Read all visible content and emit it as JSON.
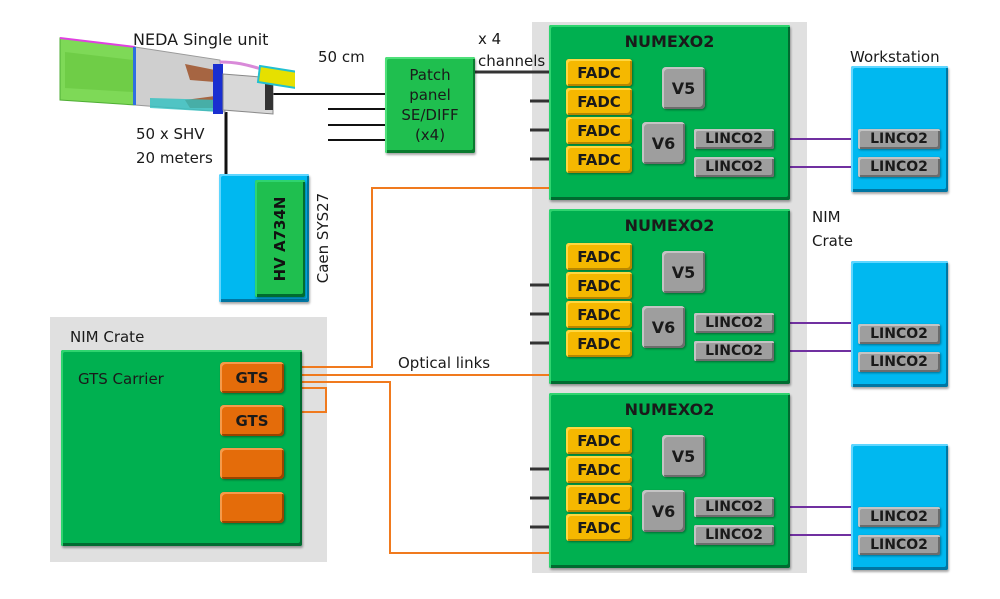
{
  "detector": {
    "label": "NEDA Single unit",
    "cable_length_label": "50 cm",
    "shv_label_line1": "50 x SHV",
    "shv_label_line2": "20 meters"
  },
  "patch_panel": {
    "lines": [
      "Patch",
      "panel",
      "SE/DIFF",
      "(x4)"
    ],
    "multiplier_label": "x 4",
    "channels_label": "channels"
  },
  "hv_supply": {
    "module_label": "HV A734N",
    "crate_label": "Caen SYS27"
  },
  "numexo_crate": {
    "label_line1": "NIM",
    "label_line2": "Crate",
    "boards": [
      {
        "title": "NUMEXO2",
        "fadcs": [
          "FADC",
          "FADC",
          "FADC",
          "FADC"
        ],
        "v5": "V5",
        "v6": "V6",
        "lincos": [
          "LINCO2",
          "LINCO2"
        ],
        "connected_inputs": [
          true,
          true,
          true,
          true
        ]
      },
      {
        "title": "NUMEXO2",
        "fadcs": [
          "FADC",
          "FADC",
          "FADC",
          "FADC"
        ],
        "v5": "V5",
        "v6": "V6",
        "lincos": [
          "LINCO2",
          "LINCO2"
        ],
        "connected_inputs": [
          false,
          true,
          true,
          true
        ]
      },
      {
        "title": "NUMEXO2",
        "fadcs": [
          "FADC",
          "FADC",
          "FADC",
          "FADC"
        ],
        "v5": "V5",
        "v6": "V6",
        "lincos": [
          "LINCO2",
          "LINCO2"
        ],
        "connected_inputs": [
          false,
          true,
          true,
          true
        ]
      }
    ]
  },
  "workstations": {
    "label": "Workstation",
    "units": [
      {
        "lincos": [
          "LINCO2",
          "LINCO2"
        ]
      },
      {
        "lincos": [
          "LINCO2",
          "LINCO2"
        ]
      },
      {
        "lincos": [
          "LINCO2",
          "LINCO2"
        ]
      }
    ]
  },
  "gts_crate": {
    "crate_label": "NIM Crate",
    "carrier_label": "GTS Carrier",
    "modules": [
      "GTS",
      "GTS",
      "",
      ""
    ],
    "optical_links_label": "Optical links"
  },
  "colors": {
    "board_green": "#00b050",
    "fadc_yellow": "#f5b800",
    "chip_gray": "#9e9e9e",
    "workstation_blue": "#00b8f0",
    "gts_orange": "#e46c0a",
    "optical_link": "#f07a1e",
    "linco_link": "#7030a0",
    "crate_gray": "#e0e0e0"
  }
}
